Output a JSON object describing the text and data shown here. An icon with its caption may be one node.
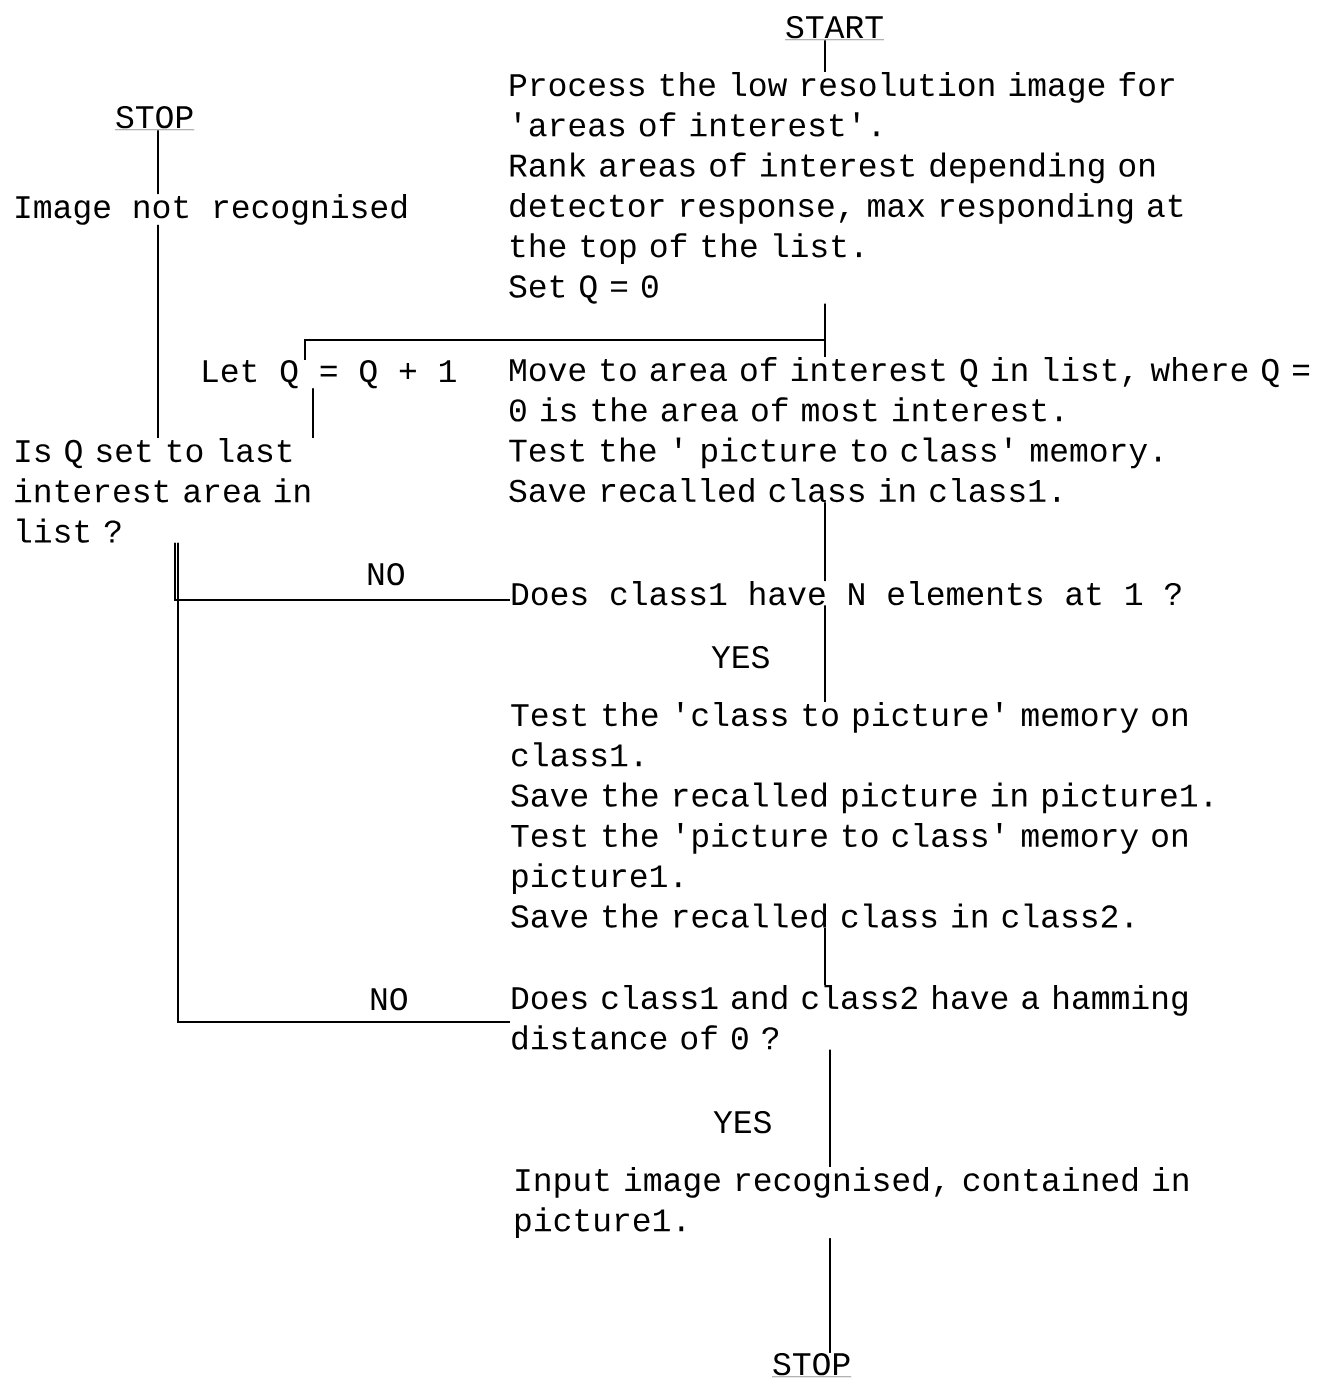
{
  "diagram": {
    "nodes": [
      {
        "text": [
          "START"
        ]
      },
      {
        "text": [
          "Process the low resolution image for 'areas of interest'.",
          "Rank areas of interest depending on detector response, max responding at the top of the list.",
          "Set Q = 0"
        ]
      },
      {
        "text": [
          "STOP"
        ]
      },
      {
        "text": [
          "Image not recognised"
        ]
      },
      {
        "text": [
          "Let Q = Q + 1"
        ]
      },
      {
        "text": [
          "Move to area of interest Q in list, where Q = 0 is the area of most interest.",
          "Test the ' picture to class' memory.",
          "Save recalled class in class1."
        ]
      },
      {
        "text": [
          "Is Q set to last interest area in list ?"
        ]
      },
      {
        "text": [
          "Does class1 have N elements at 1 ?"
        ]
      },
      {
        "text": [
          "Test the 'class to picture' memory on class1.",
          "Save the recalled picture in picture1.",
          "Test the 'picture to class' memory on picture1.",
          "Save the recalled class in class2."
        ]
      },
      {
        "text": [
          "Does class1 and class2 have a hamming distance of 0 ?"
        ]
      },
      {
        "text": [
          "Input image recognised, contained in picture1."
        ]
      },
      {
        "text": [
          "STOP"
        ]
      }
    ],
    "edges": [
      {
        "from": 0,
        "to": 1,
        "arrow": "none"
      },
      {
        "from": 1,
        "to": 5,
        "arrow": "none"
      },
      {
        "from": 4,
        "to": 5,
        "arrow": "none"
      },
      {
        "from": 2,
        "to": 3,
        "arrow": "none"
      },
      {
        "from": 3,
        "to": 6,
        "arrow": "none"
      },
      {
        "from": 6,
        "to": 4,
        "arrow": "none"
      },
      {
        "from": 5,
        "to": 7,
        "arrow": "none"
      },
      {
        "from": 7,
        "to": 6,
        "arrow": "none",
        "label": "NO"
      },
      {
        "from": 7,
        "to": 8,
        "arrow": "none",
        "label": "YES"
      },
      {
        "from": 8,
        "to": 9,
        "arrow": "none"
      },
      {
        "from": 9,
        "to": 6,
        "arrow": "none",
        "label": "NO"
      },
      {
        "from": 9,
        "to": 10,
        "arrow": "none",
        "label": "YES"
      },
      {
        "from": 10,
        "to": 11,
        "arrow": "none"
      }
    ]
  }
}
